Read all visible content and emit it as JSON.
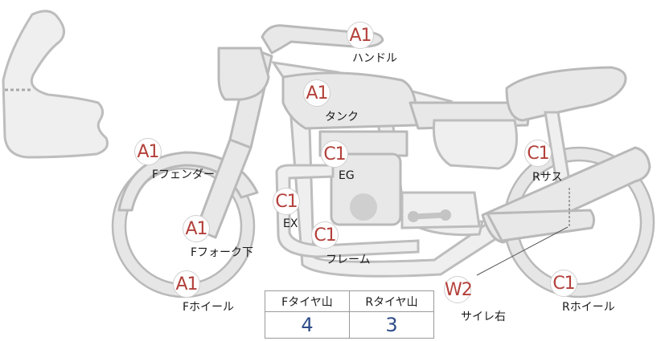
{
  "parts": [
    {
      "id": "handle",
      "grade": "A1",
      "label": "ハンドル"
    },
    {
      "id": "tank",
      "grade": "A1",
      "label": "タンク"
    },
    {
      "id": "front-fender",
      "grade": "A1",
      "label": "Fフェンダー"
    },
    {
      "id": "engine",
      "grade": "C1",
      "label": "EG"
    },
    {
      "id": "rear-suspension",
      "grade": "C1",
      "label": "Rサス"
    },
    {
      "id": "exhaust",
      "grade": "C1",
      "label": "EX"
    },
    {
      "id": "front-fork",
      "grade": "A1",
      "label": "Fフォーク下"
    },
    {
      "id": "frame",
      "grade": "C1",
      "label": "フレーム"
    },
    {
      "id": "front-wheel",
      "grade": "A1",
      "label": "Fホイール"
    },
    {
      "id": "silencer-right",
      "grade": "W2",
      "label": "サイレ右"
    },
    {
      "id": "rear-wheel",
      "grade": "C1",
      "label": "Rホイール"
    }
  ],
  "tread_table": {
    "headers": [
      "Fタイヤ山",
      "Rタイヤ山"
    ],
    "values": [
      "4",
      "3"
    ]
  },
  "colors": {
    "grade_text": "#b3403a",
    "tread_value": "#2f4d8a",
    "part_fill": "#e8e8e8",
    "part_stroke": "#b9b9b9"
  }
}
